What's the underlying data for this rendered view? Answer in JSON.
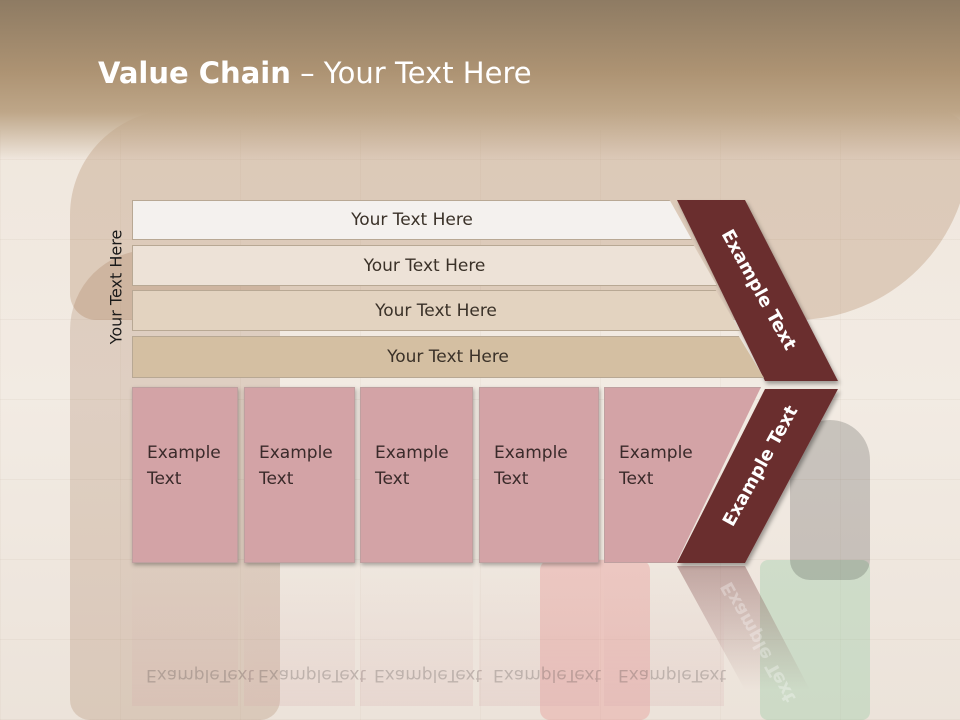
{
  "title": {
    "bold": "Value Chain",
    "rest": " – Your Text Here"
  },
  "side_label": "Your Text Here",
  "bars": [
    {
      "label": "Your Text Here",
      "color": "#f4f1ee"
    },
    {
      "label": "Your Text Here",
      "color": "#ede2d7"
    },
    {
      "label": "Your Text Here",
      "color": "#e3d3c0"
    },
    {
      "label": "Your Text Here",
      "color": "#d4bfa2"
    }
  ],
  "cells": [
    {
      "line1": "Example",
      "line2": "Text"
    },
    {
      "line1": "Example",
      "line2": "Text"
    },
    {
      "line1": "Example",
      "line2": "Text"
    },
    {
      "line1": "Example",
      "line2": "Text"
    },
    {
      "line1": "Example",
      "line2": "Text"
    }
  ],
  "arrow_upper": "Example Text",
  "arrow_lower": "Example Text",
  "colors": {
    "arrow": "#6b2d2f",
    "cell": "#d3a3a6",
    "title": "#ffffff"
  }
}
